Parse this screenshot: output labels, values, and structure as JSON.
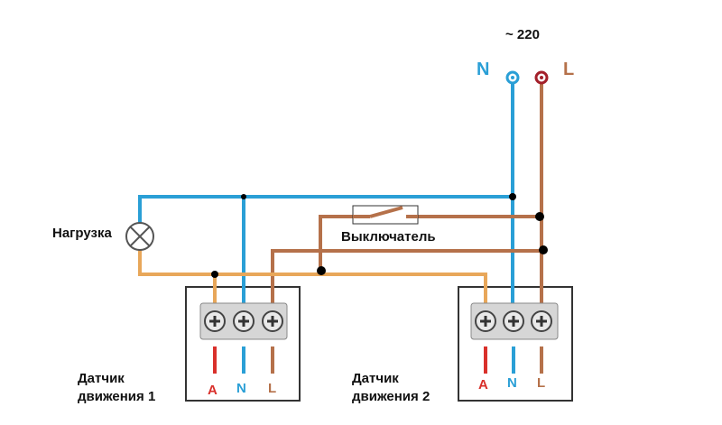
{
  "supply": {
    "label": "~ 220",
    "n_label": "N",
    "l_label": "L"
  },
  "load": {
    "label": "Нагрузка"
  },
  "switch": {
    "label": "Выключатель"
  },
  "sensor1": {
    "line1": "Датчик",
    "line2": "движения 1",
    "terminals": [
      "A",
      "N",
      "L"
    ]
  },
  "sensor2": {
    "line1": "Датчик",
    "line2": "движения 2",
    "terminals": [
      "A",
      "N",
      "L"
    ]
  },
  "colors": {
    "neutral": "#2a9fd6",
    "line": "#b5714a",
    "load_wire": "#e8a75a",
    "terminal_a": "#d9302b",
    "phase_terminal": "#a31f2a"
  }
}
